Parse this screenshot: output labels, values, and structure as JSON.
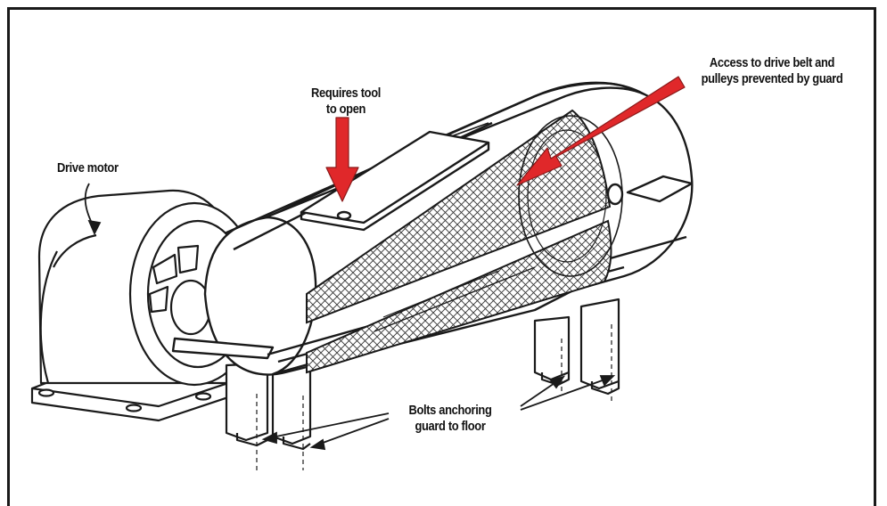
{
  "labels": {
    "requires_tool": [
      "Requires tool",
      "to open"
    ],
    "access": [
      "Access to drive belt and",
      "pulleys prevented by guard"
    ],
    "drive_motor": "Drive motor",
    "bolts": [
      "Bolts anchoring",
      "guard to floor"
    ]
  },
  "colors": {
    "arrow_red": "#e0282a",
    "outline": "#1a1a1a",
    "fill": "#ffffff",
    "mesh": "#333333"
  }
}
